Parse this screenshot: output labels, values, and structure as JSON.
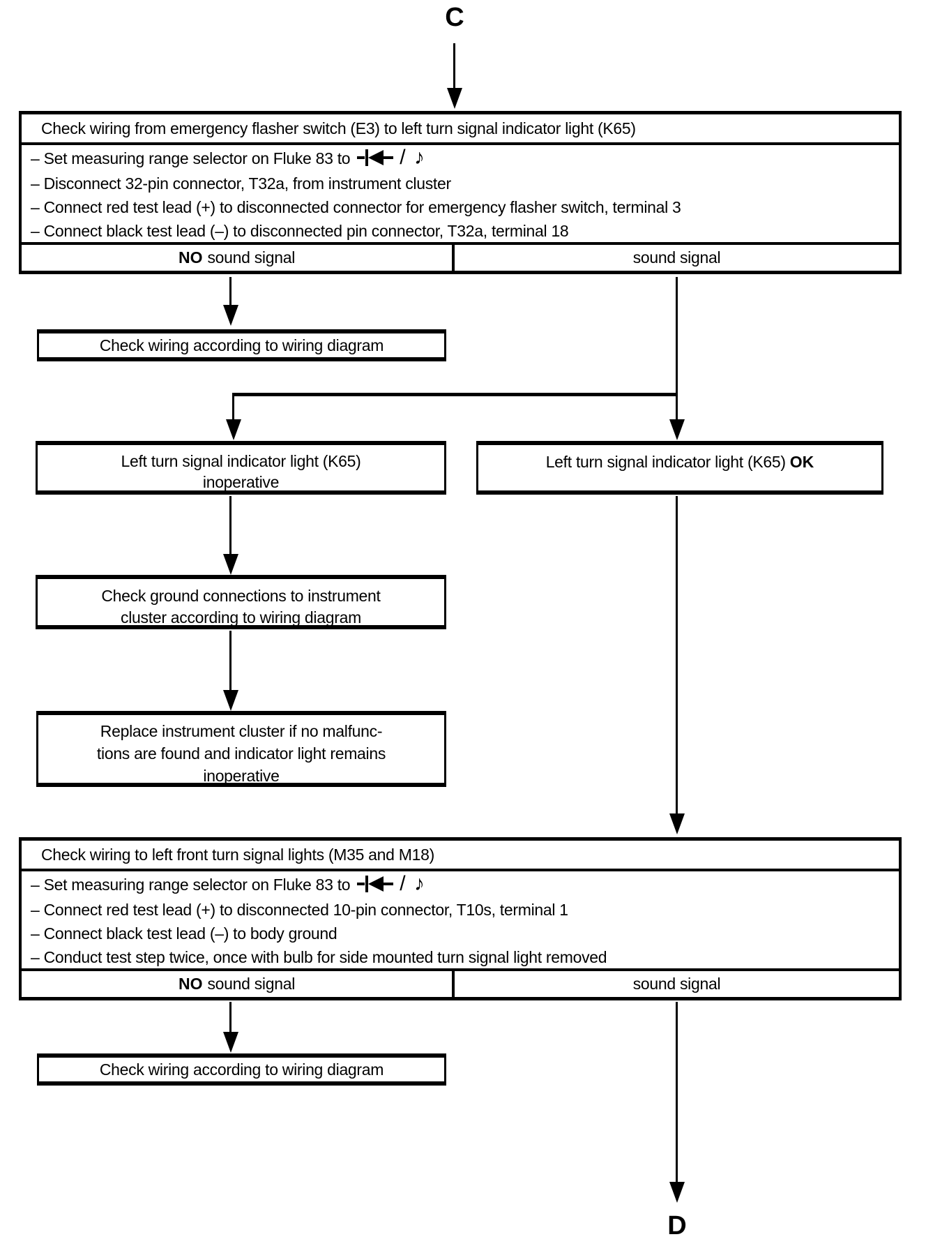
{
  "colors": {
    "ink": "#000000",
    "paper": "#ffffff"
  },
  "connectors": {
    "top": "C",
    "bottom": "D"
  },
  "icon": {
    "slash_note": "/ ♪"
  },
  "block1": {
    "title": "Check wiring from emergency flasher switch (E3) to left turn signal indicator light (K65)",
    "steps": [
      {
        "text": "– Set measuring range selector on Fluke 83 to",
        "icon": "diode-test-buzzer"
      },
      {
        "text": "– Disconnect 32-pin connector, T32a, from instrument cluster"
      },
      {
        "text": "– Connect red test lead (+) to disconnected connector for emergency flasher switch, terminal 3"
      },
      {
        "text": "– Connect black test lead (–) to disconnected pin connector, T32a, terminal 18"
      }
    ],
    "results": {
      "no_strong": "NO",
      "no_rest": "sound signal",
      "yes": "sound signal"
    }
  },
  "block2": {
    "title": "Check wiring to left front turn signal lights (M35 and M18)",
    "steps": [
      {
        "text": "– Set measuring range selector on Fluke 83 to",
        "icon": "diode-test-buzzer"
      },
      {
        "text": "– Connect red test lead (+) to disconnected 10-pin connector, T10s, terminal 1"
      },
      {
        "text": "– Connect black test lead (–) to body ground"
      },
      {
        "text": "– Conduct test step twice, once with bulb for side mounted turn signal light removed"
      }
    ],
    "results": {
      "no_strong": "NO",
      "no_rest": "sound signal",
      "yes": "sound signal"
    }
  },
  "boxes": {
    "check_wiring_1": "Check wiring according to wiring diagram",
    "k65_inoperative": [
      "Left turn signal indicator light (K65)",
      "inoperative"
    ],
    "k65_ok_main": "Left turn signal indicator light (K65)",
    "k65_ok_strong": "OK",
    "check_ground": [
      "Check ground connections to instrument",
      "cluster according to wiring diagram"
    ],
    "replace_cluster": [
      "Replace instrument cluster if no malfunc-",
      "tions are found and indicator light remains",
      "inoperative"
    ],
    "check_wiring_2": "Check wiring according to wiring diagram"
  }
}
